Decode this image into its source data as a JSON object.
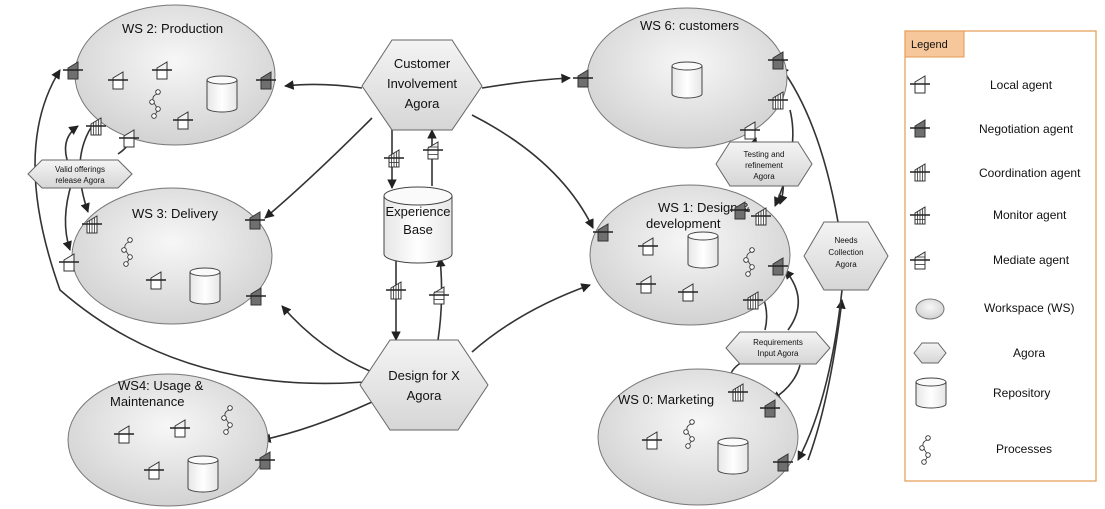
{
  "workspaces": {
    "production": "WS 2: Production",
    "delivery": "WS 3: Delivery",
    "usage": [
      "WS4: Usage &",
      "Maintenance"
    ],
    "customers": "WS 6: customers",
    "design": [
      "WS 1: Design &",
      "development"
    ],
    "marketing": "WS 0: Marketing"
  },
  "agoras": {
    "customer_involvement": [
      "Customer",
      "Involvement",
      "Agora"
    ],
    "design_for_x": [
      "Design for X",
      "Agora"
    ],
    "needs_collection": [
      "Needs",
      "Collection",
      "Agora"
    ],
    "testing": [
      "Testing and",
      "refinement",
      "Agora"
    ],
    "requirements": [
      "Requirements",
      "Input Agora"
    ],
    "valid_offerings": [
      "Valid offerings",
      "release Agora"
    ]
  },
  "repository": {
    "experience_base": [
      "Experience",
      "Base"
    ]
  },
  "legend": {
    "title": "Legend",
    "items": [
      {
        "icon": "local-agent-icon",
        "label": "Local agent"
      },
      {
        "icon": "negotiation-agent-icon",
        "label": "Negotiation agent"
      },
      {
        "icon": "coordination-agent-icon",
        "label": "Coordination agent"
      },
      {
        "icon": "monitor-agent-icon",
        "label": "Monitor agent"
      },
      {
        "icon": "mediate-agent-icon",
        "label": "Mediate agent"
      },
      {
        "icon": "workspace-icon",
        "label": "Workspace (WS)"
      },
      {
        "icon": "agora-icon",
        "label": "Agora"
      },
      {
        "icon": "repository-icon",
        "label": "Repository"
      },
      {
        "icon": "processes-icon",
        "label": "Processes"
      }
    ]
  },
  "colors": {
    "legend_header": "#f5c79a",
    "legend_border": "#e59a52",
    "workspace_fill_light": "#f7f7f7",
    "workspace_fill_dark": "#cfcfcf",
    "negotiation_fill": "#6f6f6f"
  }
}
